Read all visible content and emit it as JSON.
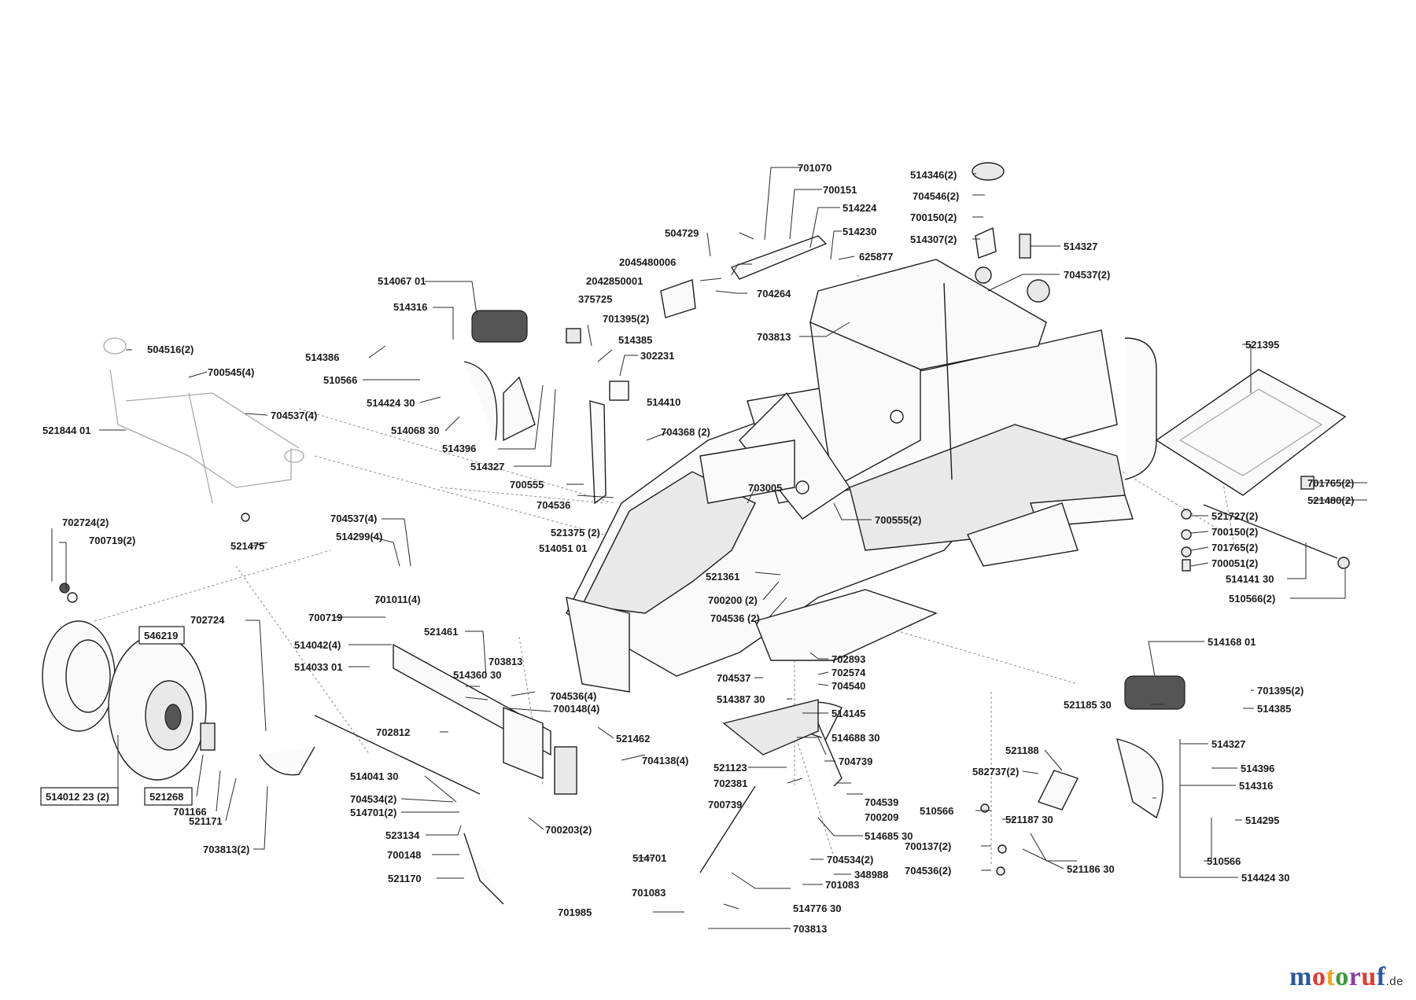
{
  "labels": {
    "l701070": "701070",
    "l700151": "700151",
    "l514224": "514224",
    "l504729": "504729",
    "l514230": "514230",
    "l625877": "625877",
    "l2045480006": "2045480006",
    "l2042850001": "2042850001",
    "l375725": "375725",
    "l704264": "704264",
    "l514346": "514346(2)",
    "l704546": "704546(2)",
    "l700150a": "700150(2)",
    "l514307": "514307(2)",
    "l514327a": "514327",
    "l704537a": "704537(2)",
    "l703813a": "703813",
    "l514067": "514067 01",
    "l514316a": "514316",
    "l514386": "514386",
    "l510566a": "510566",
    "l514424a": "514424 30",
    "l514068": "514068 30",
    "l514396a": "514396",
    "l514327b": "514327",
    "l701395a": "701395(2)",
    "l514385a": "514385",
    "l302231": "302231",
    "l514410": "514410",
    "l504516": "504516(2)",
    "l700545": "700545(4)",
    "l704537b": "704537(4)",
    "l521844": "521844 01",
    "l704368": "704368 (2)",
    "l700555a": "700555",
    "l704536a": "704536",
    "l703005": "703005",
    "l700555b": "700555(2)",
    "l521375": "521375 (2)",
    "l514051": "514051 01",
    "l521361": "521361",
    "l700200": "700200 (2)",
    "l704536b": "704536 (2)",
    "l521395": "521395",
    "l701765a": "701765(2)",
    "l521480": "521480(2)",
    "l521727": "521727(2)",
    "l700150b": "700150(2)",
    "l701765b": "701765(2)",
    "l700051": "700051(2)",
    "l514141": "514141 30",
    "l510566b": "510566(2)",
    "l702724a": "702724(2)",
    "l700719a": "700719(2)",
    "l521475": "521475",
    "l704537c": "704537(4)",
    "l514299": "514299(4)",
    "l701011": "701011(4)",
    "l700719b": "700719",
    "l702724b": "702724",
    "l546219": "546219",
    "l514042": "514042(4)",
    "l514033": "514033 01",
    "l521461": "521461",
    "l703813b": "703813",
    "l514360": "514360 30",
    "l704536c": "704536(4)",
    "l700148a": "700148(4)",
    "l521462": "521462",
    "l704138": "704138(4)",
    "l702812": "702812",
    "l514012": "514012 23 (2)",
    "l521268": "521268",
    "l701166": "701166",
    "l521171": "521171",
    "l703813c": "703813(2)",
    "l514041": "514041 30",
    "l704534a": "704534(2)",
    "l514701a": "514701(2)",
    "l523134": "523134",
    "l700148b": "700148",
    "l521170": "521170",
    "l700203": "700203(2)",
    "l702893": "702893",
    "l702574": "702574",
    "l704537d": "704537",
    "l704540": "704540",
    "l514387": "514387 30",
    "l514145": "514145",
    "l514688": "514688 30",
    "l521123": "521123",
    "l704739": "704739",
    "l702381": "702381",
    "l700739": "700739",
    "l704539": "704539",
    "l700209": "700209",
    "l514685": "514685 30",
    "l514701b": "514701",
    "l704534b": "704534(2)",
    "l348988": "348988",
    "l701083a": "701083",
    "l701083b": "701083",
    "l514776": "514776 30",
    "l701985": "701985",
    "l703813d": "703813",
    "l514168": "514168 01",
    "l521185": "521185 30",
    "l701395b": "701395(2)",
    "l514385b": "514385",
    "l521188": "521188",
    "l514327c": "514327",
    "l514396b": "514396",
    "l514316b": "514316",
    "l582737": "582737(2)",
    "l510566c": "510566",
    "l521187": "521187 30",
    "l514295": "514295",
    "l700137": "700137(2)",
    "l521186": "521186 30",
    "l510566d": "510566",
    "l704536d": "704536(2)",
    "l514424b": "514424 30"
  },
  "logo": {
    "word": "motoruf",
    "tld": ".de",
    "colors": [
      "#2c5aa0",
      "#e03a2f",
      "#f2a51f",
      "#3a9b3a",
      "#8a3fa0",
      "#e03a2f",
      "#2c5aa0"
    ]
  }
}
